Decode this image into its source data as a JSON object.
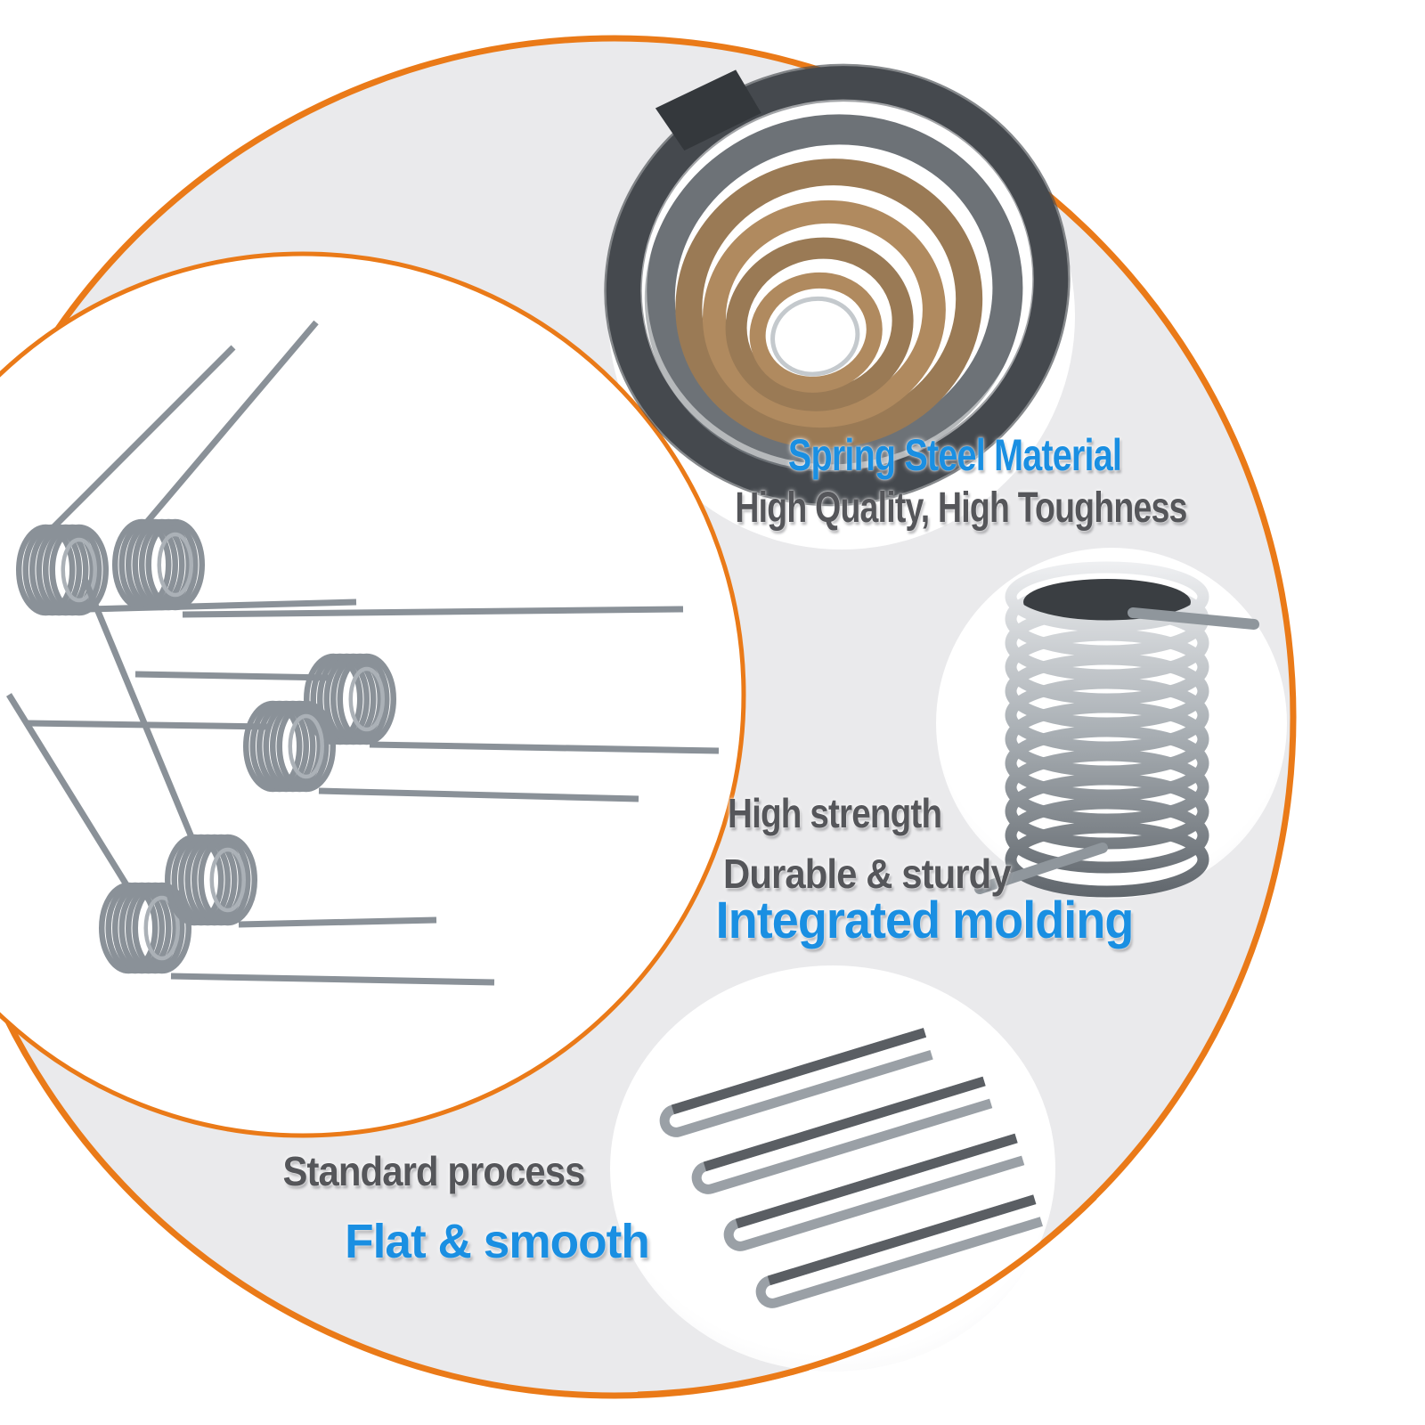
{
  "colors": {
    "accent_orange": "#ea7a18",
    "panel_gray": "#eaeaec",
    "headline_blue": "#1a8fe2",
    "text_dark": "#55565a",
    "metal": "#8a9198",
    "page_bg": "#ffffff"
  },
  "callouts": {
    "material": {
      "title": "Spring Steel Material",
      "subtitle": "High Quality, High Toughness"
    },
    "strength": {
      "feature1": "High strength",
      "feature2": "Durable & sturdy",
      "title": "Integrated molding"
    },
    "process": {
      "feature1": "Standard process",
      "title": "Flat & smooth"
    }
  },
  "figures": {
    "left": "torsion-springs-photo",
    "top_right": "spring-steel-closeup-photo",
    "middle_right": "coiled-spring-photo",
    "bottom": "flat-wire-strips-photo"
  }
}
